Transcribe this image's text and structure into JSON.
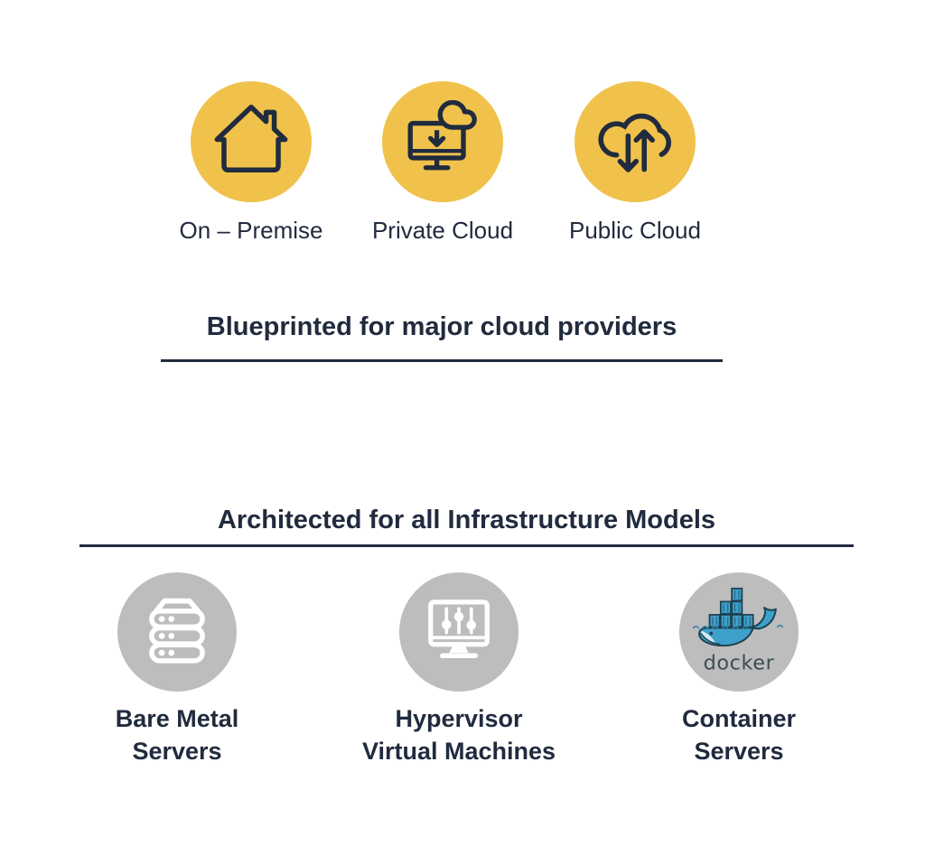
{
  "colors": {
    "accent_yellow": "#F0C24B",
    "icon_gray": "#BDBDBD",
    "text_navy": "#212B3E",
    "docker_blue": "#3DA1CB",
    "docker_outline": "#1E4253",
    "docker_wordmark": "#3D4E55"
  },
  "cloud_section": {
    "heading": "Blueprinted for major cloud providers",
    "items": [
      {
        "label": "On – Premise",
        "icon": "house-icon"
      },
      {
        "label": "Private Cloud",
        "icon": "monitor-cloud-download-icon"
      },
      {
        "label": "Public Cloud",
        "icon": "cloud-transfer-icon"
      }
    ]
  },
  "infra_section": {
    "heading": "Architected for all Infrastructure Models",
    "items": [
      {
        "lines": [
          "Bare Metal",
          "Servers"
        ],
        "icon": "server-stack-icon"
      },
      {
        "lines": [
          "Hypervisor",
          "Virtual Machines"
        ],
        "icon": "hypervisor-sliders-icon"
      },
      {
        "lines": [
          "Container",
          "Servers"
        ],
        "icon": "docker-logo",
        "logo_text": "docker"
      }
    ]
  }
}
